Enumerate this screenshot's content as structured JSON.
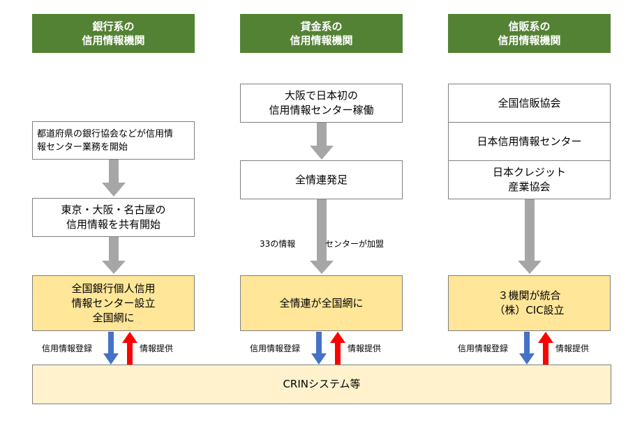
{
  "columns": [
    {
      "header": [
        "銀行系の",
        "信用情報機関"
      ],
      "boxes": [
        [
          "都道府県の銀行協会などが信用情",
          "報センター業務を開始"
        ],
        [
          "東京・大阪・名古屋の",
          "信用情報を共有開始"
        ],
        [
          "全国銀行個人信用",
          "情報センター設立",
          "全国網に"
        ]
      ],
      "register_label": "信用情報登録",
      "provide_label": "情報提供"
    },
    {
      "header": [
        "貸金系の",
        "信用情報機関"
      ],
      "boxes": [
        [
          "大阪で日本初の",
          "信用情報センター稼働"
        ],
        [
          "全情連発足"
        ],
        [
          "全情連が全国網に"
        ]
      ],
      "arrow_note_left": "33の情報",
      "arrow_note_right": "センターが加盟",
      "register_label": "信用情報登録",
      "provide_label": "情報提供"
    },
    {
      "header": [
        "信販系の",
        "信用情報機関"
      ],
      "boxes": [
        [
          "全国信販協会"
        ],
        [
          "日本信用情報センター"
        ],
        [
          "日本クレジット",
          "産業協会"
        ],
        [
          "３機関が統合",
          "（株）CIC設立"
        ]
      ],
      "register_label": "信用情報登録",
      "provide_label": "情報提供"
    }
  ],
  "system": {
    "label": "CRINシステム等"
  },
  "colors": {
    "header_bg": "#548235",
    "header_text": "#ffffff",
    "highlight_box": "#ffe699",
    "system_box": "#fff2cc",
    "gray_arrow": "#a6a6a6",
    "register_arrow": "#4472c4",
    "provide_arrow": "#ff0000"
  }
}
